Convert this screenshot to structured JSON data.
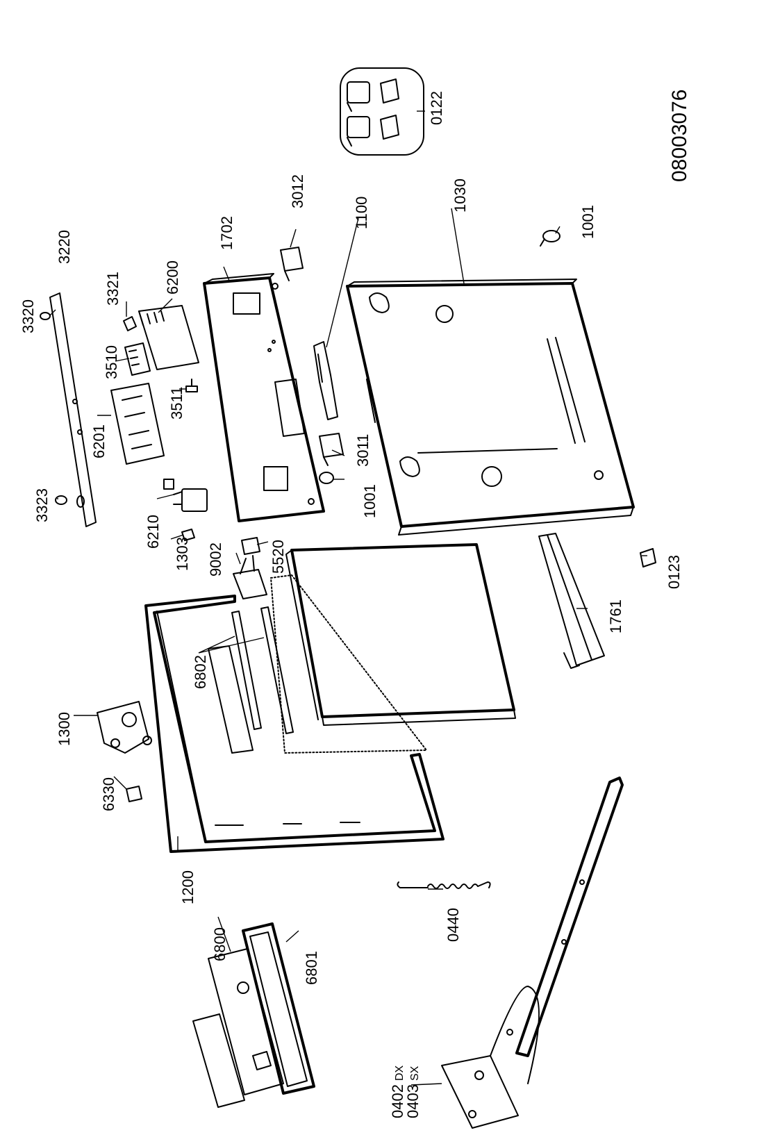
{
  "diagram_code": "08003076",
  "parts": {
    "p0122": "0122",
    "p3220": "3220",
    "p3320": "3320",
    "p3321": "3321",
    "p6200": "6200",
    "p1702": "1702",
    "p3012": "3012",
    "p1100": "1100",
    "p1030": "1030",
    "p1001a": "1001",
    "p3510": "3510",
    "p3511": "3511",
    "p6201": "6201",
    "p3011": "3011",
    "p1001b": "1001",
    "p3323": "3323",
    "p6210": "6210",
    "p1303": "1303",
    "p9002": "9002",
    "p5520": "5520",
    "p0123": "0123",
    "p1761": "1761",
    "p6802": "6802",
    "p1300": "1300",
    "p6330": "6330",
    "p1200": "1200",
    "p0440": "0440",
    "p6800": "6800",
    "p6801": "6801",
    "p0402": "0402",
    "p0402_side": "DX",
    "p0403": "0403",
    "p0403_side": "SX"
  }
}
